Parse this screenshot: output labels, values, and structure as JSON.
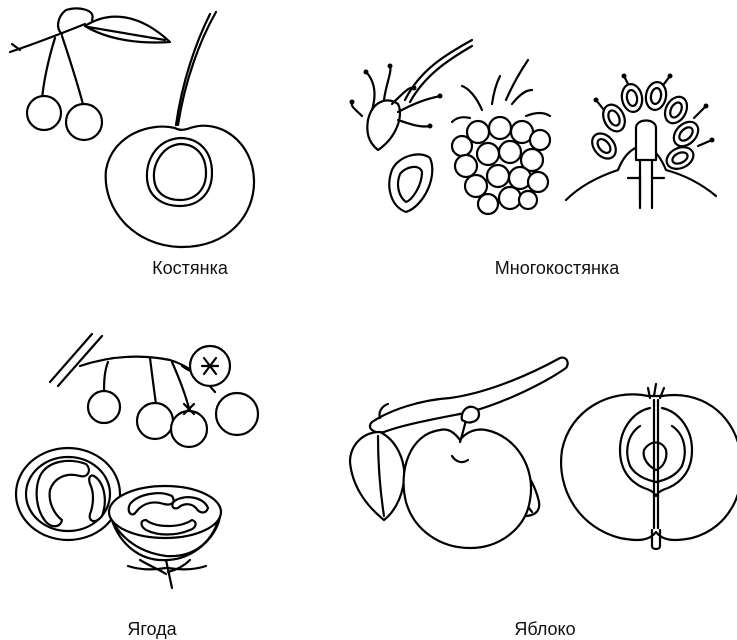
{
  "labels": {
    "drupe": "Костянка",
    "aggregate_drupe": "Многокостянка",
    "berry": "Ягода",
    "pome": "Яблоко"
  },
  "colors": {
    "line": "#000000",
    "background": "#ffffff"
  }
}
